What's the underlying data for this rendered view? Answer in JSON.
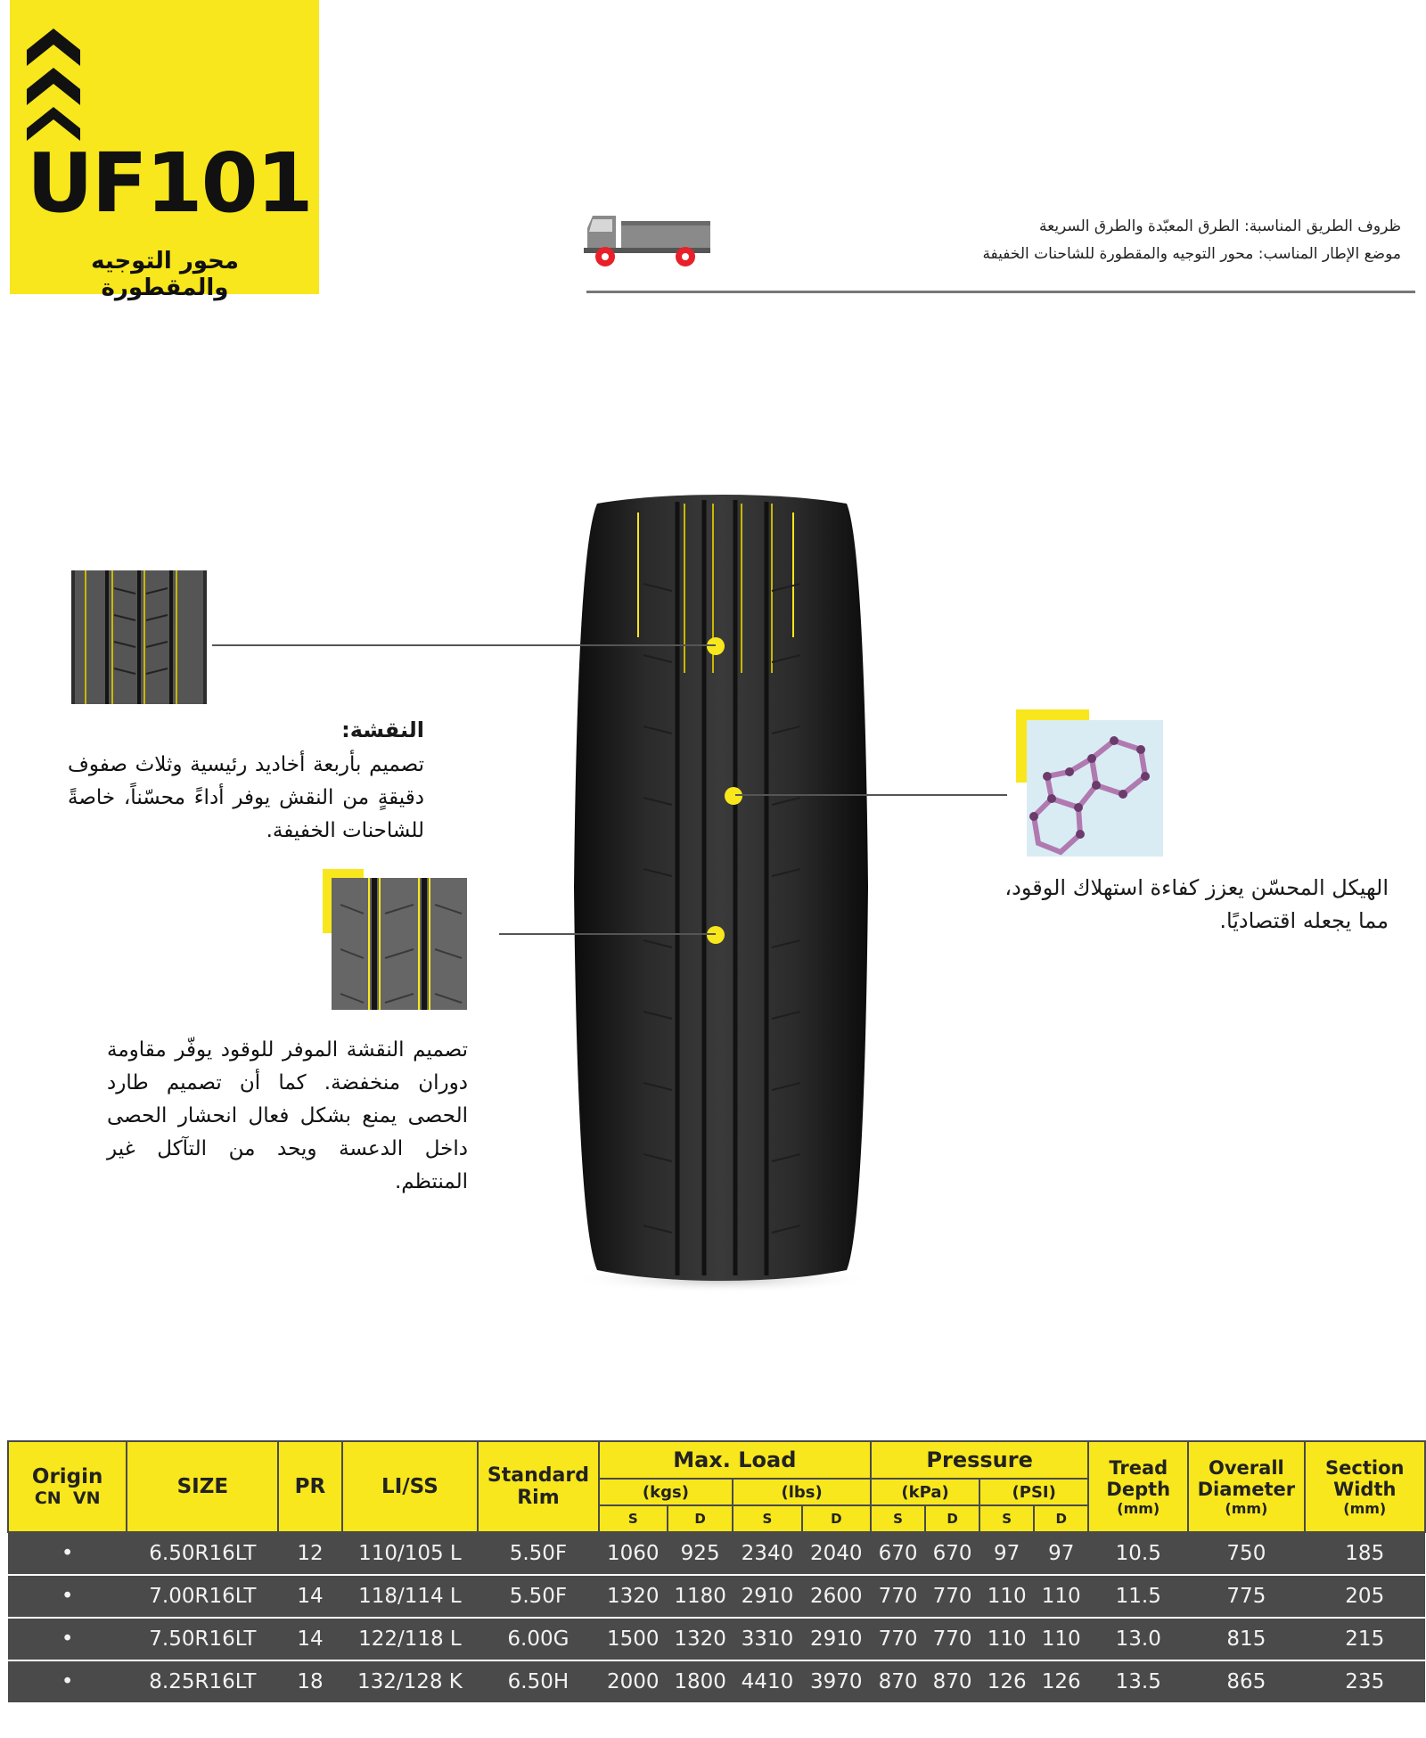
{
  "badge": {
    "model": "UF101",
    "subtitle": "محور التوجيه والمقطورة"
  },
  "header": {
    "road_conditions": "ظروف الطريق المناسبة: الطرق المعبّدة والطرق السريعة",
    "wheel_position": "موضع الإطار المناسب: محور التوجيه والمقطورة للشاحنات الخفيفة"
  },
  "callouts": {
    "pattern_title": "النقشة:",
    "pattern_text": "تصميم بأربعة أخاديد رئيسية وثلاث صفوف دقيقةٍ من النقش يوفر أداءً محسّناً، خاصةً للشاحنات الخفيفة.",
    "casing_text": "الهيكل المحسّن يعزز كفاءة استهلاك الوقود، مما يجعله اقتصاديًا.",
    "fuel_text": "تصميم النقشة الموفر للوقود يوفّر مقاومة دوران منخفضة. كما أن تصميم طارد الحصى يمنع بشكل فعال انحشار الحصى داخل الدعسة ويحد من التآكل غير المنتظم."
  },
  "table": {
    "headers": {
      "origin": "Origin",
      "origin_sub": "CN  VN",
      "size": "SIZE",
      "pr": "PR",
      "liss": "LI/SS",
      "rim": "Standard Rim",
      "max_load": "Max. Load",
      "kgs": "(kgs)",
      "lbs": "(lbs)",
      "pressure": "Pressure",
      "kpa": "(kPa)",
      "psi": "(PSI)",
      "s": "S",
      "d": "D",
      "tread": "Tread Depth",
      "tread_unit": "(mm)",
      "diameter": "Overall Diameter",
      "diameter_unit": "(mm)",
      "width": "Section Width",
      "width_unit": "(mm)"
    },
    "rows": [
      {
        "origin": "•",
        "size": "6.50R16LT",
        "pr": "12",
        "liss": "110/105 L",
        "rim": "5.50F",
        "kgs_s": "1060",
        "kgs_d": "925",
        "lbs_s": "2340",
        "lbs_d": "2040",
        "kpa_s": "670",
        "kpa_d": "670",
        "psi_s": "97",
        "psi_d": "97",
        "tread": "10.5",
        "diameter": "750",
        "width": "185"
      },
      {
        "origin": "•",
        "size": "7.00R16LT",
        "pr": "14",
        "liss": "118/114 L",
        "rim": "5.50F",
        "kgs_s": "1320",
        "kgs_d": "1180",
        "lbs_s": "2910",
        "lbs_d": "2600",
        "kpa_s": "770",
        "kpa_d": "770",
        "psi_s": "110",
        "psi_d": "110",
        "tread": "11.5",
        "diameter": "775",
        "width": "205"
      },
      {
        "origin": "•",
        "size": "7.50R16LT",
        "pr": "14",
        "liss": "122/118 L",
        "rim": "6.00G",
        "kgs_s": "1500",
        "kgs_d": "1320",
        "lbs_s": "3310",
        "lbs_d": "2910",
        "kpa_s": "770",
        "kpa_d": "770",
        "psi_s": "110",
        "psi_d": "110",
        "tread": "13.0",
        "diameter": "815",
        "width": "215"
      },
      {
        "origin": "•",
        "size": "8.25R16LT",
        "pr": "18",
        "liss": "132/128 K",
        "rim": "6.50H",
        "kgs_s": "2000",
        "kgs_d": "1800",
        "lbs_s": "4410",
        "lbs_d": "3970",
        "kpa_s": "870",
        "kpa_d": "870",
        "psi_s": "126",
        "psi_d": "126",
        "tread": "13.5",
        "diameter": "865",
        "width": "235"
      }
    ]
  },
  "colors": {
    "brand_yellow": "#f8e71c",
    "table_row": "#4a4a4a",
    "truck_red": "#e8202a"
  }
}
